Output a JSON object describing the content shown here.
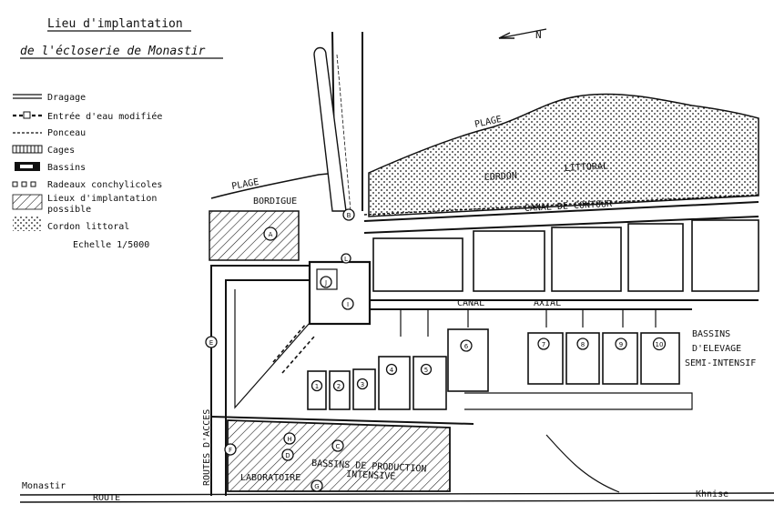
{
  "title": {
    "line1": "Lieu d'implantation",
    "line2": "de l'écloserie de Monastir"
  },
  "north_label": "N",
  "legend": {
    "items": [
      {
        "label": "Dragage",
        "symbol": "dragage"
      },
      {
        "label": "Entrée d'eau modifiée",
        "symbol": "entree-eau"
      },
      {
        "label": "Ponceau",
        "symbol": "ponceau"
      },
      {
        "label": "Cages",
        "symbol": "cages"
      },
      {
        "label": "Bassins",
        "symbol": "bassins"
      },
      {
        "label": "Radeaux conchylicoles",
        "symbol": "radeaux"
      },
      {
        "label": "Lieux d'implantation",
        "label2": "possible",
        "symbol": "hatch"
      },
      {
        "label": "Cordon littoral",
        "symbol": "dots"
      }
    ],
    "scale": "Echelle 1/5000"
  },
  "labels": {
    "plage_top": "PLAGE",
    "plage_left": "PLAGE",
    "bordigue": "BORDIGUE",
    "cordon": "CORDON",
    "littoral": "LITTORAL",
    "canal_contour": "CANAL DE CONTOUR",
    "canal_axial_1": "CANAL",
    "canal_axial_2": "AXIAL",
    "bassins_1": "BASSINS",
    "bassins_2": "D'ELEVAGE",
    "bassins_3": "SEMI-INTENSIF",
    "routes_acces": "ROUTES D'ACCES",
    "prod_1": "BASSINS DE PRODUCTION",
    "prod_2": "INTENSIVE",
    "laboratoire": "LABORATOIRE",
    "monastir": "Monastir",
    "route": "ROUTE",
    "khnise": "Khnise"
  },
  "markers": [
    "A",
    "B",
    "C",
    "D",
    "E",
    "F",
    "G",
    "H",
    "I",
    "J",
    "L",
    "1",
    "2",
    "3",
    "4",
    "5",
    "6",
    "7",
    "8",
    "9",
    "10"
  ],
  "colors": {
    "ink": "#111111",
    "paper": "#ffffff"
  }
}
